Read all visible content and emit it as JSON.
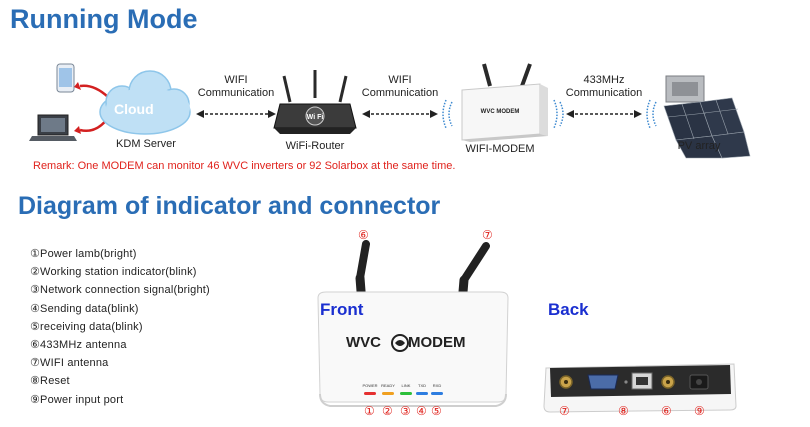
{
  "running_mode": {
    "title": "Running Mode",
    "cloud_label": "Cloud",
    "kdm_server": "KDM Server",
    "wifi_comm_1": [
      "WIFI",
      "Communication"
    ],
    "wifi_router": "WiFi-Router",
    "wifi_comm_2": [
      "WIFI",
      "Communication"
    ],
    "router_badge": "Wi Fi",
    "wifi_modem": "WIFI-MODEM",
    "mhz_comm": [
      "433MHz",
      "Communication"
    ],
    "pv_array": "PV array",
    "modem_badge": "WVC MODEM",
    "remark": "Remark: One MODEM can monitor 46 WVC inverters or 92 Solarbox at the same time."
  },
  "diagram": {
    "title": "Diagram of indicator and connector",
    "legend": [
      "①Power lamb(bright)",
      "②Working station indicator(blink)",
      "③Network connection signal(bright)",
      "④Sending data(blink)",
      "⑤receiving data(blink)",
      "⑥433MHz antenna",
      "⑦WIFI antenna",
      "⑧Reset",
      "⑨Power input port"
    ],
    "front_label": "Front",
    "back_label": "Back",
    "device_brand_left": "WVC",
    "device_brand_right": "MODEM",
    "led_labels": [
      "POWER",
      "READY",
      "LINK",
      "TXD",
      "RXD"
    ],
    "led_numbers": [
      "①",
      "②",
      "③",
      "④",
      "⑤"
    ],
    "antenna_numbers": [
      "⑥",
      "⑦"
    ],
    "back_numbers": [
      "⑦",
      "⑧",
      "⑥",
      "⑨"
    ]
  },
  "colors": {
    "title_blue": "#2a6db5",
    "remark_red": "#e0221c",
    "front_back_blue": "#1a2fd0",
    "led_power": "#e53030",
    "led_ready": "#f0a020",
    "led_link": "#2cbf3a",
    "led_txd": "#2d7de0",
    "led_rxd": "#2d7de0"
  }
}
